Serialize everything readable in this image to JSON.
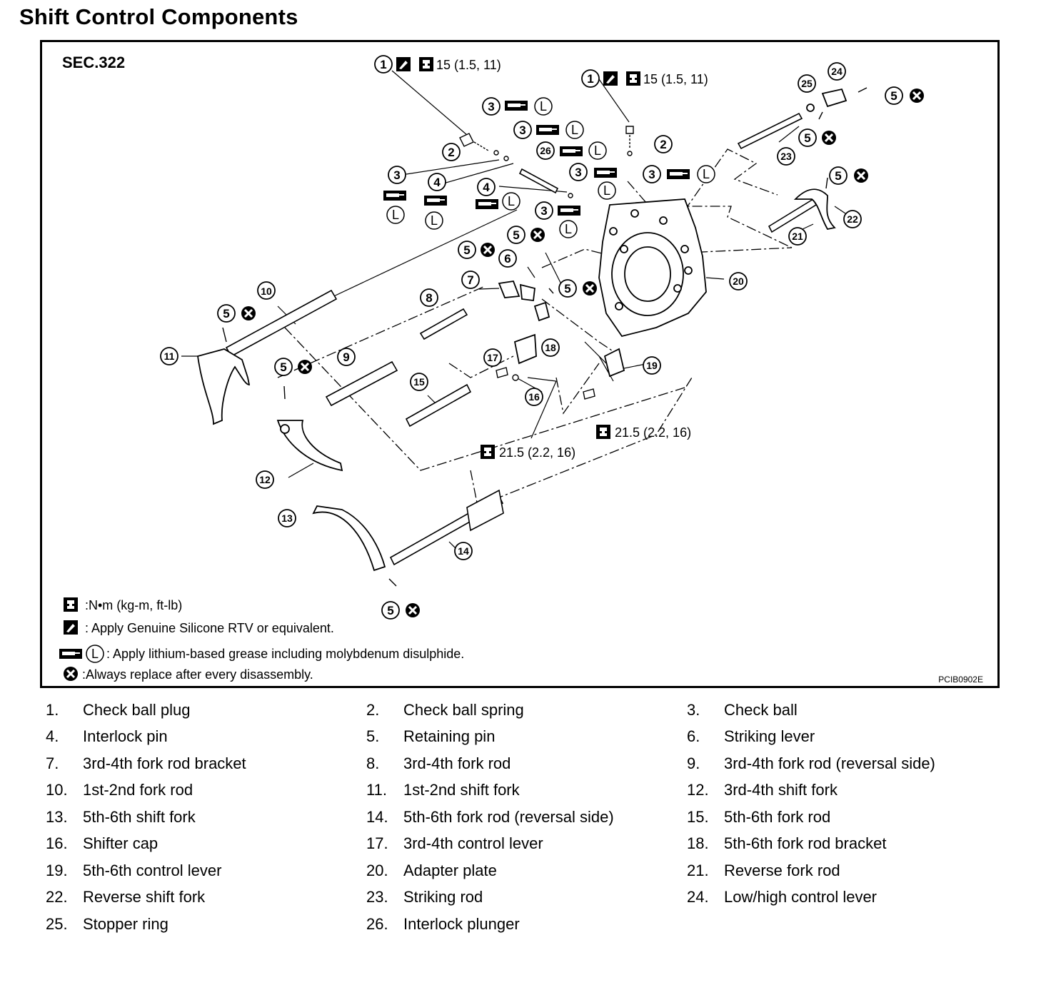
{
  "title": "Shift Control Components",
  "section": "SEC.322",
  "figure_code": "PCIB0902E",
  "torque_values": {
    "plug_torque_left": "15 (1.5, 11)",
    "plug_torque_right": "15 (1.5, 11)",
    "bolt_torque_left": "21.5 (2.2, 16)",
    "bolt_torque_right": "21.5 (2.2, 16)"
  },
  "grease_letter": "L",
  "legend": [
    {
      "icon": "torque-wrench-icon",
      "text": ":N•m (kg-m, ft-lb)"
    },
    {
      "icon": "sealant-tube-icon",
      "text": ": Apply Genuine Silicone RTV or equivalent."
    },
    {
      "icon": "grease-gun-icon",
      "text": ": Apply lithium-based grease including molybdenum disulphide."
    },
    {
      "icon": "replace-x-icon",
      "text": ":Always replace after every disassembly."
    }
  ],
  "callouts": [
    "1",
    "2",
    "3",
    "4",
    "5",
    "6",
    "7",
    "8",
    "9",
    "10",
    "11",
    "12",
    "13",
    "14",
    "15",
    "16",
    "17",
    "18",
    "19",
    "20",
    "21",
    "22",
    "23",
    "24",
    "25",
    "26"
  ],
  "parts": [
    {
      "num": "1.",
      "name": "Check ball plug"
    },
    {
      "num": "2.",
      "name": "Check ball spring"
    },
    {
      "num": "3.",
      "name": "Check ball"
    },
    {
      "num": "4.",
      "name": "Interlock pin"
    },
    {
      "num": "5.",
      "name": "Retaining pin"
    },
    {
      "num": "6.",
      "name": "Striking lever"
    },
    {
      "num": "7.",
      "name": "3rd-4th fork rod bracket"
    },
    {
      "num": "8.",
      "name": "3rd-4th fork rod"
    },
    {
      "num": "9.",
      "name": "3rd-4th fork rod (reversal side)"
    },
    {
      "num": "10.",
      "name": "1st-2nd fork rod"
    },
    {
      "num": "11.",
      "name": "1st-2nd shift fork"
    },
    {
      "num": "12.",
      "name": "3rd-4th shift fork"
    },
    {
      "num": "13.",
      "name": "5th-6th shift fork"
    },
    {
      "num": "14.",
      "name": "5th-6th fork rod (reversal side)"
    },
    {
      "num": "15.",
      "name": "5th-6th fork rod"
    },
    {
      "num": "16.",
      "name": "Shifter cap"
    },
    {
      "num": "17.",
      "name": "3rd-4th control lever"
    },
    {
      "num": "18.",
      "name": "5th-6th fork rod bracket"
    },
    {
      "num": "19.",
      "name": "5th-6th control lever"
    },
    {
      "num": "20.",
      "name": "Adapter plate"
    },
    {
      "num": "21.",
      "name": "Reverse fork rod"
    },
    {
      "num": "22.",
      "name": "Reverse shift fork"
    },
    {
      "num": "23.",
      "name": "Striking rod"
    },
    {
      "num": "24.",
      "name": "Low/high control lever"
    },
    {
      "num": "25.",
      "name": "Stopper ring"
    },
    {
      "num": "26.",
      "name": "Interlock plunger"
    }
  ]
}
